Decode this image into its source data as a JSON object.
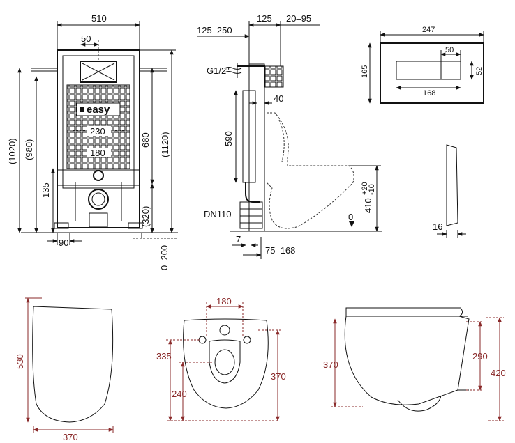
{
  "frame_front": {
    "width": "510",
    "top_offset": "50",
    "height_1020": "(1020)",
    "height_980": "(980)",
    "height_135": "135",
    "height_680": "680",
    "height_1120": "(1120)",
    "height_320": "(320)",
    "bottom_90": "90",
    "adjust_0_200": "0–200",
    "bolt_230": "230",
    "bolt_180": "180",
    "brand": "easy"
  },
  "frame_side": {
    "depth_125": "125",
    "depth_20_95": "20–95",
    "depth_125_250": "125–250",
    "inlet": "G1/2\"",
    "dim_40": "40",
    "dim_590": "590",
    "outlet": "DN110",
    "dim_7": "7",
    "dim_75_168": "75–168",
    "floor_zero": "0",
    "seat_height": "410",
    "seat_tol_plus": "+20",
    "seat_tol_minus": "-10"
  },
  "flush_plate": {
    "width": "247",
    "height": "165",
    "button_50": "50",
    "button_52": "52",
    "button_168": "168",
    "thickness": "16"
  },
  "bowl": {
    "length": "530",
    "width": "370",
    "bolt_spacing": "180",
    "dim_335": "335",
    "dim_240": "240",
    "dim_370": "370",
    "side_370": "370",
    "side_290": "290",
    "side_420": "420"
  }
}
